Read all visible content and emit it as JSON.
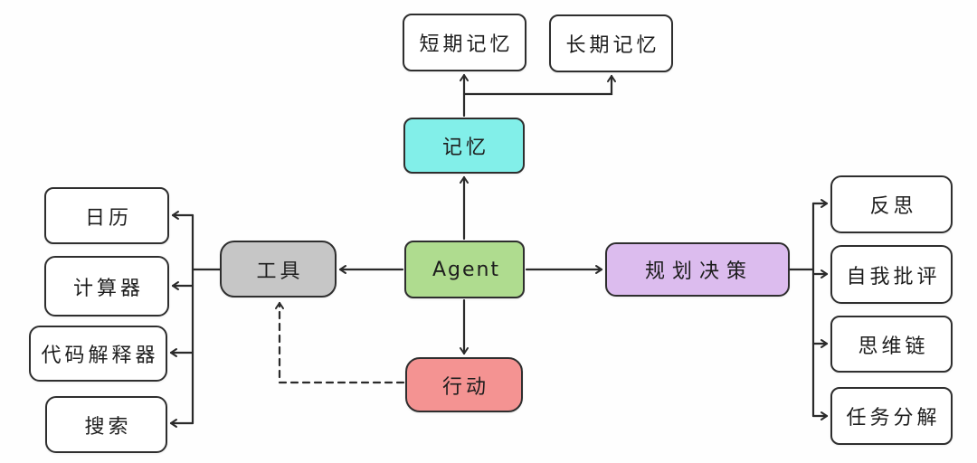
{
  "diagram": {
    "line_color": "#2a2a2a",
    "text_color": "#1d1d1d",
    "background": "#fefefe",
    "nodes": {
      "agent": {
        "label": "Agent",
        "fill": "#afdc8f"
      },
      "memory": {
        "label": "记忆",
        "fill": "#82efe9"
      },
      "short_term_memory": {
        "label": "短期记忆",
        "fill": "#ffffff"
      },
      "long_term_memory": {
        "label": "长期记忆",
        "fill": "#ffffff"
      },
      "tools": {
        "label": "工具",
        "fill": "#c6c6c6"
      },
      "calendar": {
        "label": "日历",
        "fill": "#ffffff"
      },
      "calculator": {
        "label": "计算器",
        "fill": "#ffffff"
      },
      "code_interpreter": {
        "label": "代码解释器",
        "fill": "#ffffff"
      },
      "search": {
        "label": "搜索",
        "fill": "#ffffff"
      },
      "action": {
        "label": "行动",
        "fill": "#f49392"
      },
      "planning": {
        "label": "规划决策",
        "fill": "#dcbcee"
      },
      "reflection": {
        "label": "反思",
        "fill": "#ffffff"
      },
      "self_criticism": {
        "label": "自我批评",
        "fill": "#ffffff"
      },
      "chain_of_thought": {
        "label": "思维链",
        "fill": "#ffffff"
      },
      "task_decomposition": {
        "label": "任务分解",
        "fill": "#ffffff"
      }
    },
    "edges": [
      {
        "from": "agent",
        "to": "memory",
        "style": "solid-arrow"
      },
      {
        "from": "memory",
        "to": "short_term_memory",
        "style": "solid-arrow"
      },
      {
        "from": "memory",
        "to": "long_term_memory",
        "style": "solid-arrow"
      },
      {
        "from": "agent",
        "to": "tools",
        "style": "solid-arrow"
      },
      {
        "from": "agent",
        "to": "planning",
        "style": "solid-arrow"
      },
      {
        "from": "agent",
        "to": "action",
        "style": "solid-arrow"
      },
      {
        "from": "tools",
        "to": "calendar",
        "style": "solid-arrow"
      },
      {
        "from": "tools",
        "to": "calculator",
        "style": "solid-arrow"
      },
      {
        "from": "tools",
        "to": "code_interpreter",
        "style": "solid-arrow"
      },
      {
        "from": "tools",
        "to": "search",
        "style": "solid-arrow"
      },
      {
        "from": "planning",
        "to": "reflection",
        "style": "solid-arrow"
      },
      {
        "from": "planning",
        "to": "self_criticism",
        "style": "solid-arrow"
      },
      {
        "from": "planning",
        "to": "chain_of_thought",
        "style": "solid-arrow"
      },
      {
        "from": "planning",
        "to": "task_decomposition",
        "style": "solid-arrow"
      },
      {
        "from": "action",
        "to": "tools",
        "style": "dashed-arrow"
      }
    ]
  }
}
